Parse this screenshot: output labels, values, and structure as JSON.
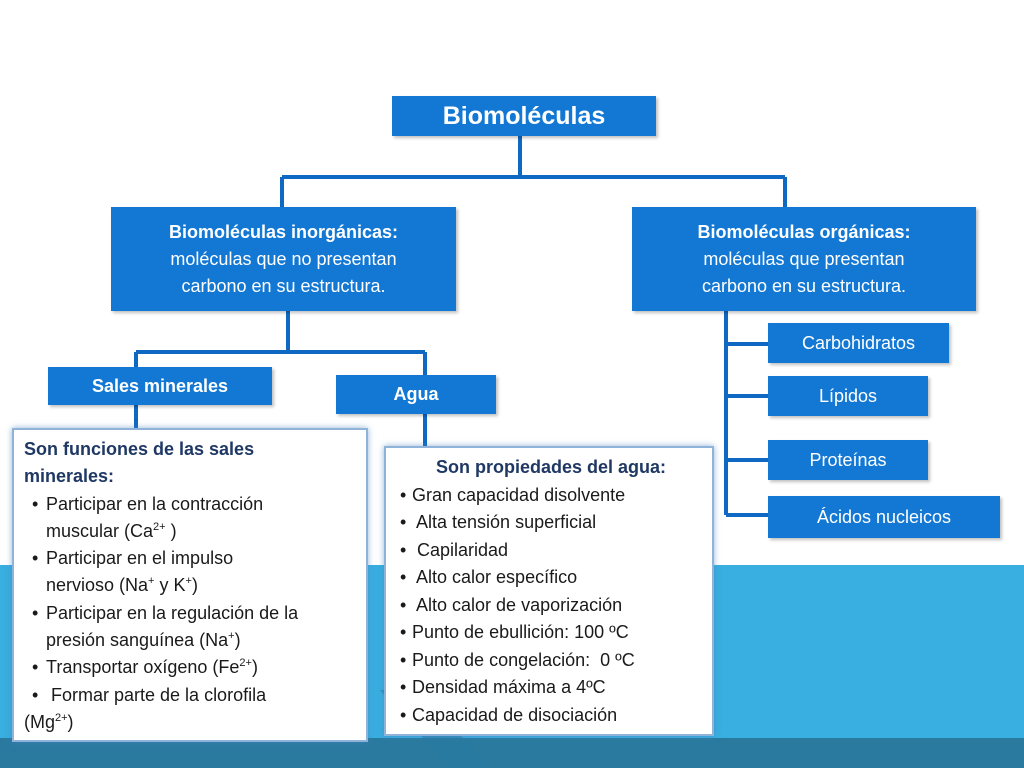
{
  "colors": {
    "box_blue": "#1378d4",
    "line_blue": "#0f69c2",
    "band_blue": "#39aee0",
    "band_dark": "#2a7aa0",
    "title_navy": "#1f3864"
  },
  "root": {
    "label": "Biomoléculas"
  },
  "inorganic": {
    "title": "Biomoléculas inorgánicas:",
    "desc_line1": "moléculas que no presentan",
    "desc_line2": "carbono en su estructura."
  },
  "organic": {
    "title": "Biomoléculas orgánicas:",
    "desc_line1": "moléculas que presentan",
    "desc_line2": "carbono en su estructura."
  },
  "inorganic_children": {
    "sales": "Sales minerales",
    "agua": "Agua"
  },
  "organic_children": [
    "Carbohidratos",
    "Lípidos",
    "Proteínas",
    "Ácidos nucleicos"
  ],
  "sales_info": {
    "title_line1": "Son funciones de las sales",
    "title_line2": "minerales:",
    "items": [
      {
        "a": "Participar en la contracción",
        "b": "muscular (Ca",
        "sup": "2+",
        "c": " )"
      },
      {
        "a": "Participar en el impulso",
        "b": "nervioso (Na",
        "sup1": "+",
        "mid": " y K",
        "sup2": "+",
        "c": ")"
      },
      {
        "a": "Participar en la regulación de la",
        "b": "presión sanguínea (Na",
        "sup": "+",
        "c": ")"
      },
      {
        "a": "Transportar oxígeno (Fe",
        "sup": "2+",
        "c": ")"
      },
      {
        "a": " Formar parte de la clorofila",
        "b": "(Mg",
        "sup": "2+",
        "c": ")"
      }
    ]
  },
  "agua_info": {
    "title": "Son propiedades del agua:",
    "items": [
      "Gran capacidad disolvente",
      " Alta tensión superficial",
      " Capilaridad",
      " Alto calor específico",
      " Alto calor de vaporización",
      "Punto de ebullición: 100 ºC",
      "Punto de congelación:  0 ºC",
      "Densidad máxima a 4ºC",
      "Capacidad de disociación"
    ]
  }
}
